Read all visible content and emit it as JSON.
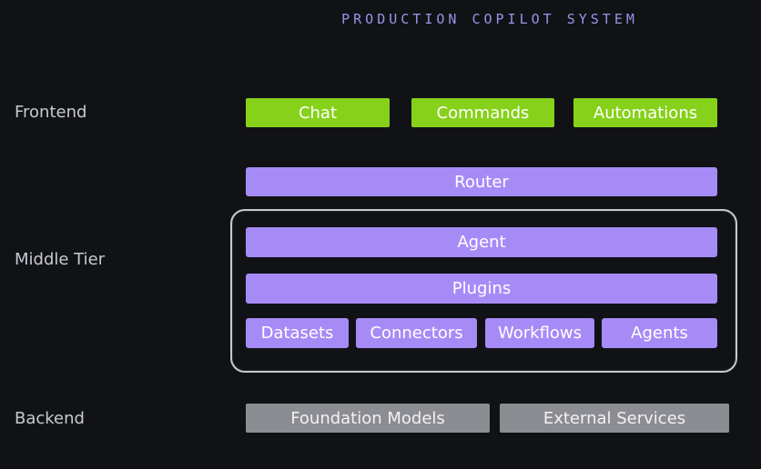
{
  "title": "PRODUCTION COPILOT SYSTEM",
  "tiers": {
    "frontend": "Frontend",
    "middle": "Middle Tier",
    "backend": "Backend"
  },
  "frontend": {
    "chat": "Chat",
    "commands": "Commands",
    "automations": "Automations"
  },
  "middle": {
    "router": "Router",
    "agent": "Agent",
    "plugins": "Plugins",
    "datasets": "Datasets",
    "connectors": "Connectors",
    "workflows": "Workflows",
    "agents": "Agents"
  },
  "backend": {
    "foundation_models": "Foundation Models",
    "external_services": "External Services"
  },
  "colors": {
    "frontend": "#86d11a",
    "middle": "#a68bf7",
    "backend": "#8c8d93",
    "title": "#9b93e6"
  }
}
